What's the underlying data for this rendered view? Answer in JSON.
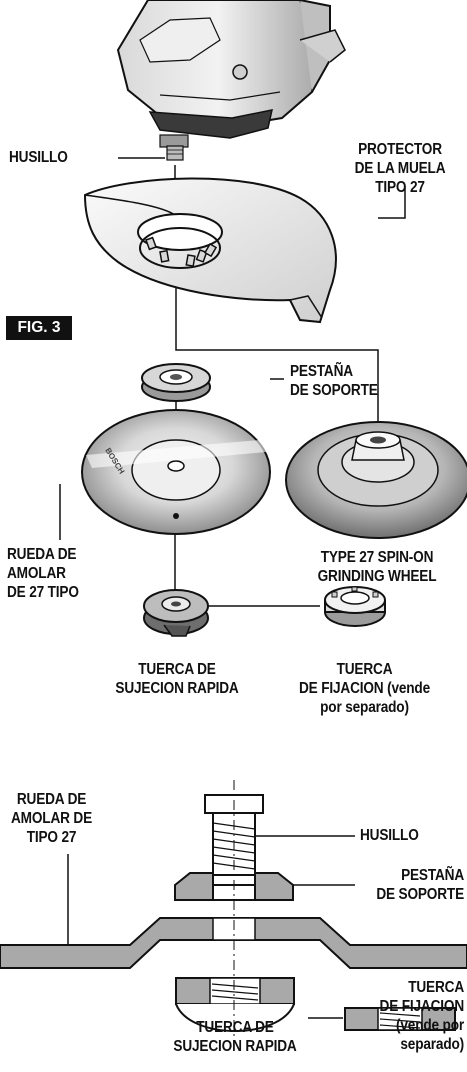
{
  "figure": {
    "label": "FIG. 3"
  },
  "labels": {
    "husillo_top": "HUSILLO",
    "protector": [
      "PROTECTOR",
      "DE LA MUELA",
      "TIPO 27"
    ],
    "pestana_top": [
      "PESTAÑA",
      "DE SOPORTE"
    ],
    "rueda_top": [
      "RUEDA DE",
      "AMOLAR",
      "DE 27 TIPO"
    ],
    "spin_on": [
      "TYPE 27 SPIN-ON",
      "GRINDING WHEEL"
    ],
    "tuerca_rapida_top": [
      "TUERCA DE",
      "SUJECION RAPIDA"
    ],
    "tuerca_fijacion_top": [
      "TUERCA",
      "DE FIJACION (vende",
      "por separado)"
    ],
    "rueda_bottom": [
      "RUEDA DE",
      "AMOLAR DE",
      "TIPO 27"
    ],
    "husillo_bottom": "HUSILLO",
    "pestana_bottom": [
      "PESTAÑA",
      "DE SOPORTE"
    ],
    "tuerca_fijacion_bottom": [
      "TUERCA",
      "DE FIJACION",
      "(vende por",
      "separado)"
    ],
    "tuerca_rapida_bottom": [
      "TUERCA DE",
      "SUJECION RAPIDA"
    ]
  },
  "colors": {
    "ink": "#111111",
    "metal_light": "#e6e6e6",
    "metal_mid": "#bdbdbd",
    "metal_dark": "#8c8c8c",
    "section_fill": "#a9a9a9"
  },
  "brand_on_wheel": "BOSCH"
}
